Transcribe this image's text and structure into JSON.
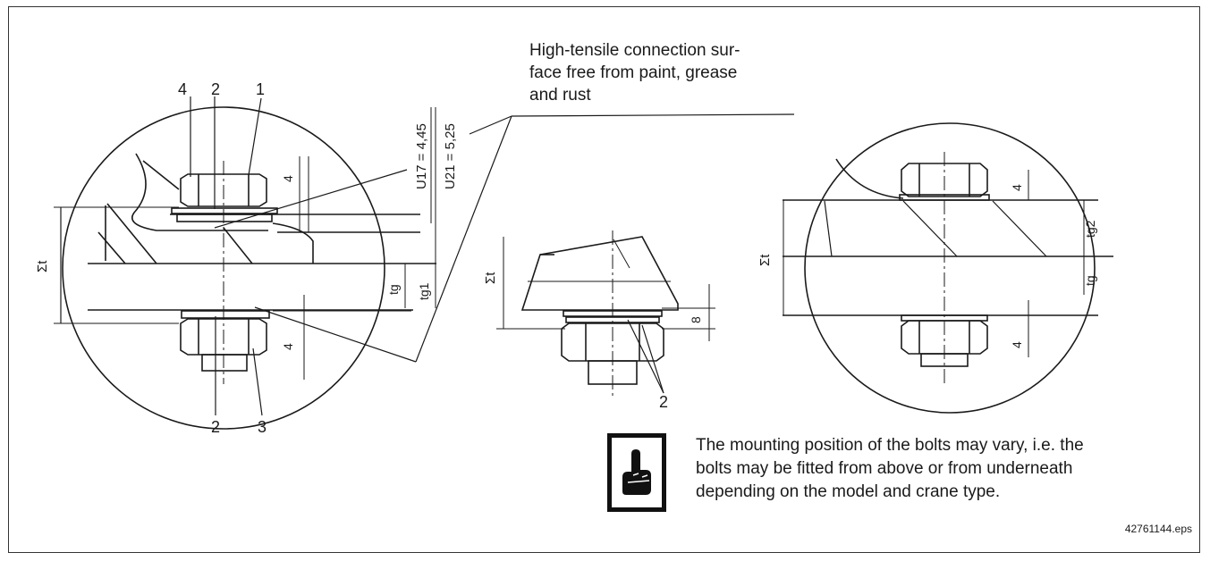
{
  "callout_text": {
    "line1": "High-tensile connection sur-",
    "line2": "face free from paint, grease",
    "line3": "and rust"
  },
  "note_text": {
    "line1": "The mounting position of the bolts may vary, i.e. the",
    "line2": "bolts may be fitted from above or from underneath",
    "line3": "depending on the model and crane type."
  },
  "file_id": "42761144.eps",
  "part_numbers": {
    "washer_top_left": "4",
    "washer_top_mid": "2",
    "bolt_top": "1",
    "washer_bottom": "2",
    "nut_bottom": "3",
    "washers_middle": "2"
  },
  "dimensions": {
    "u17": "U17 = 4,45",
    "u21": "U21 = 5,25",
    "sum_t": "Σt",
    "four": "4",
    "eight": "8",
    "tg": "tg",
    "tg1": "tg1",
    "tg2": "tg2"
  },
  "icons": {
    "note": "pointing-hand-note-icon"
  }
}
